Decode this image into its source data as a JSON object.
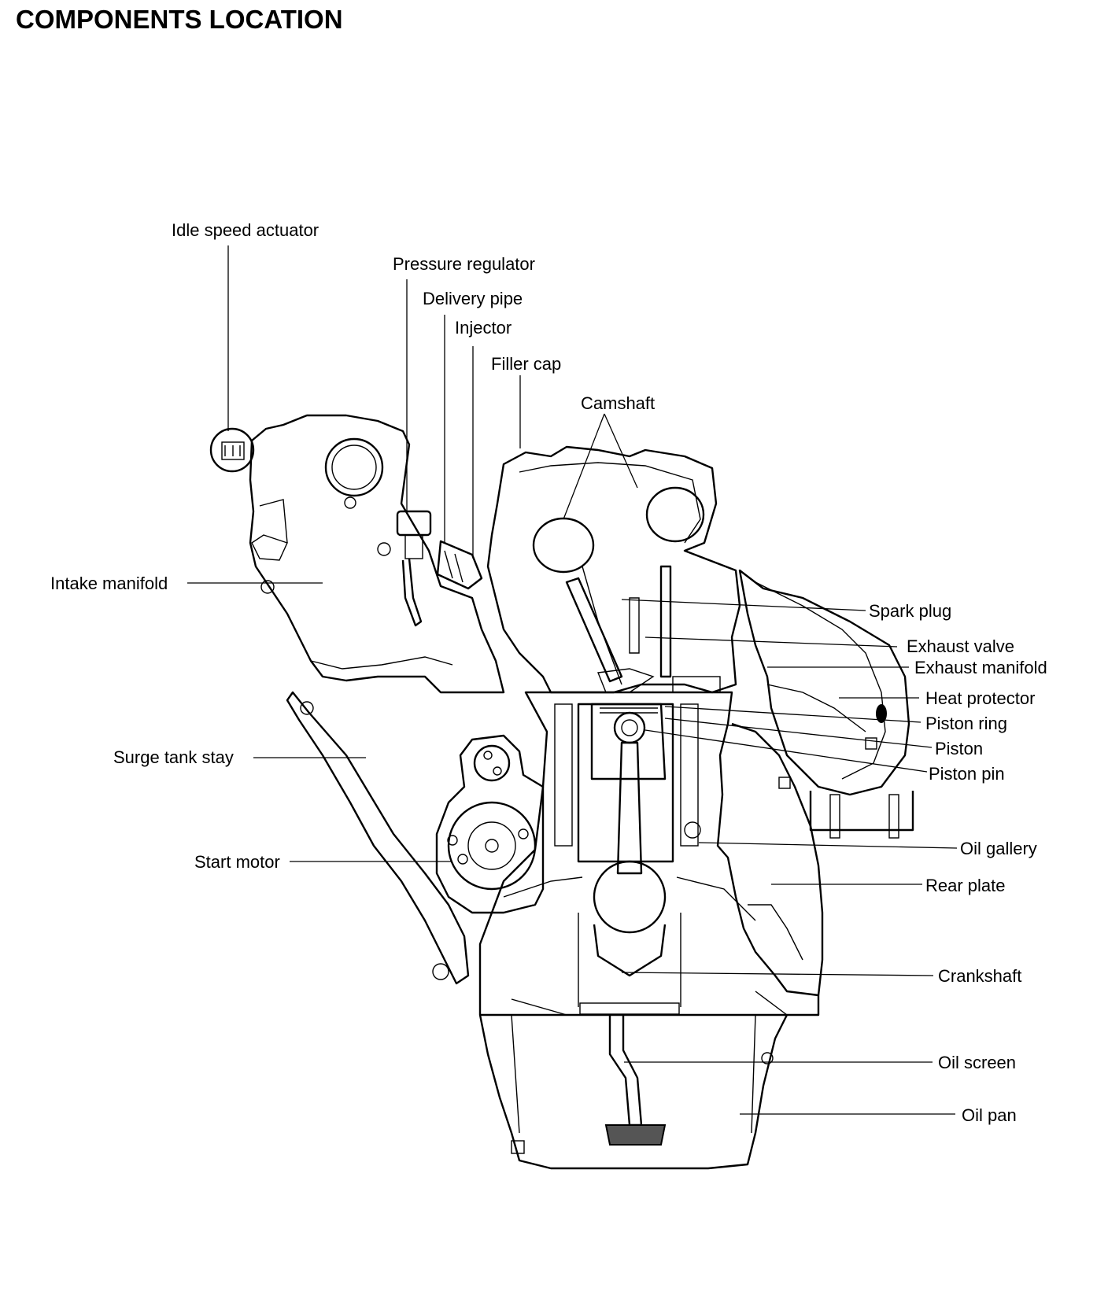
{
  "page": {
    "title": "COMPONENTS LOCATION"
  },
  "labels": {
    "idle_speed_actuator": "Idle speed actuator",
    "pressure_regulator": "Pressure regulator",
    "delivery_pipe": "Delivery pipe",
    "injector": "Injector",
    "filler_cap": "Filler cap",
    "camshaft": "Camshaft",
    "intake_manifold": "Intake manifold",
    "spark_plug": "Spark plug",
    "exhaust_valve": "Exhaust valve",
    "exhaust_manifold": "Exhaust manifold",
    "heat_protector": "Heat protector",
    "piston_ring": "Piston ring",
    "piston": "Piston",
    "piston_pin": "Piston pin",
    "surge_tank_stay": "Surge tank stay",
    "oil_gallery": "Oil gallery",
    "start_motor": "Start motor",
    "rear_plate": "Rear plate",
    "crankshaft": "Crankshaft",
    "oil_screen": "Oil screen",
    "oil_pan": "Oil pan"
  },
  "colors": {
    "ink": "#000000",
    "paper": "#ffffff"
  }
}
